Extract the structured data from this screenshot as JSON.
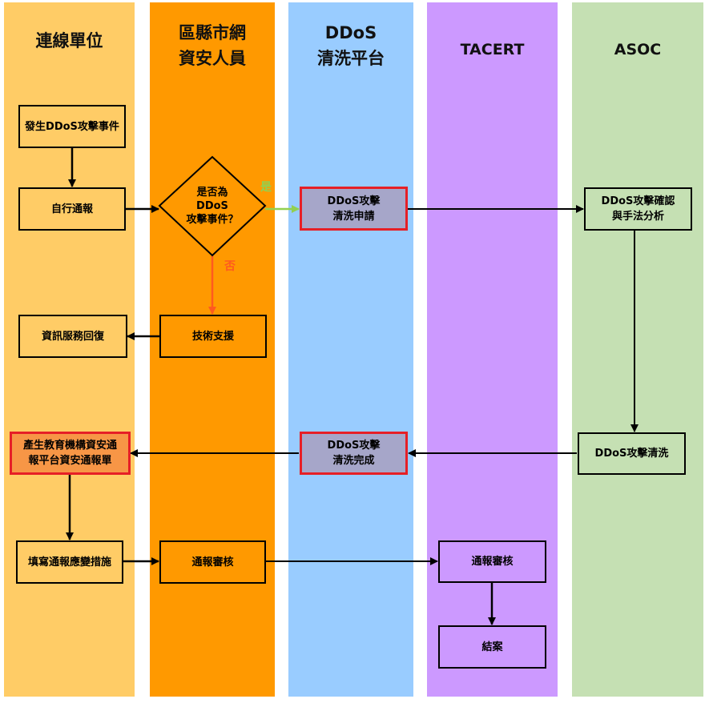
{
  "lanes": [
    {
      "title_lines": [
        "連線單位"
      ],
      "color": "#ffcc66"
    },
    {
      "title_lines": [
        "區縣市網",
        "資安人員"
      ],
      "color": "#ff9900"
    },
    {
      "title_lines": [
        "DDoS",
        "清洗平台"
      ],
      "color": "#99ccff"
    },
    {
      "title_lines": [
        "TACERT"
      ],
      "color": "#cc99ff"
    },
    {
      "title_lines": [
        "ASOC"
      ],
      "color": "#c5e0b3"
    }
  ],
  "nodes": {
    "incident": {
      "lines": [
        "發生DDoS攻擊事件"
      ]
    },
    "self_report": {
      "lines": [
        "自行通報"
      ]
    },
    "decision": {
      "lines": [
        "是否為",
        "DDoS",
        "攻擊事件？"
      ]
    },
    "scrub_request": {
      "lines": [
        "DDoS攻擊",
        "清洗申請"
      ]
    },
    "asoc_confirm": {
      "lines": [
        "DDoS攻擊確認",
        "與手法分析"
      ]
    },
    "service_restore": {
      "lines": [
        "資訊服務回復"
      ]
    },
    "tech_support": {
      "lines": [
        "技術支援"
      ]
    },
    "generate_form": {
      "lines": [
        "產生教育機構資安通",
        "報平台資安通報單"
      ]
    },
    "scrub_complete": {
      "lines": [
        "DDoS攻擊",
        "清洗完成"
      ]
    },
    "asoc_scrub": {
      "lines": [
        "DDoS攻擊清洗"
      ]
    },
    "fill_response": {
      "lines": [
        "填寫通報應變措施"
      ]
    },
    "review_county": {
      "lines": [
        "通報審核"
      ]
    },
    "review_tacert": {
      "lines": [
        "通報審核"
      ]
    },
    "close_case": {
      "lines": [
        "結案"
      ]
    }
  },
  "edge_labels": {
    "yes": "是",
    "no": "否"
  },
  "colors": {
    "node_normal_fill": "#ffcc66",
    "node_county_fill": "#ff9900",
    "node_platform_fill": "#a6a6c9",
    "node_tacert_fill": "#cc99ff",
    "node_asoc_fill": "#c5e0b3",
    "node_highlight_fill": "#f79646",
    "highlight_border": "#e61f26",
    "yes_arrow": "#92d050",
    "no_arrow": "#ff5a1f"
  }
}
